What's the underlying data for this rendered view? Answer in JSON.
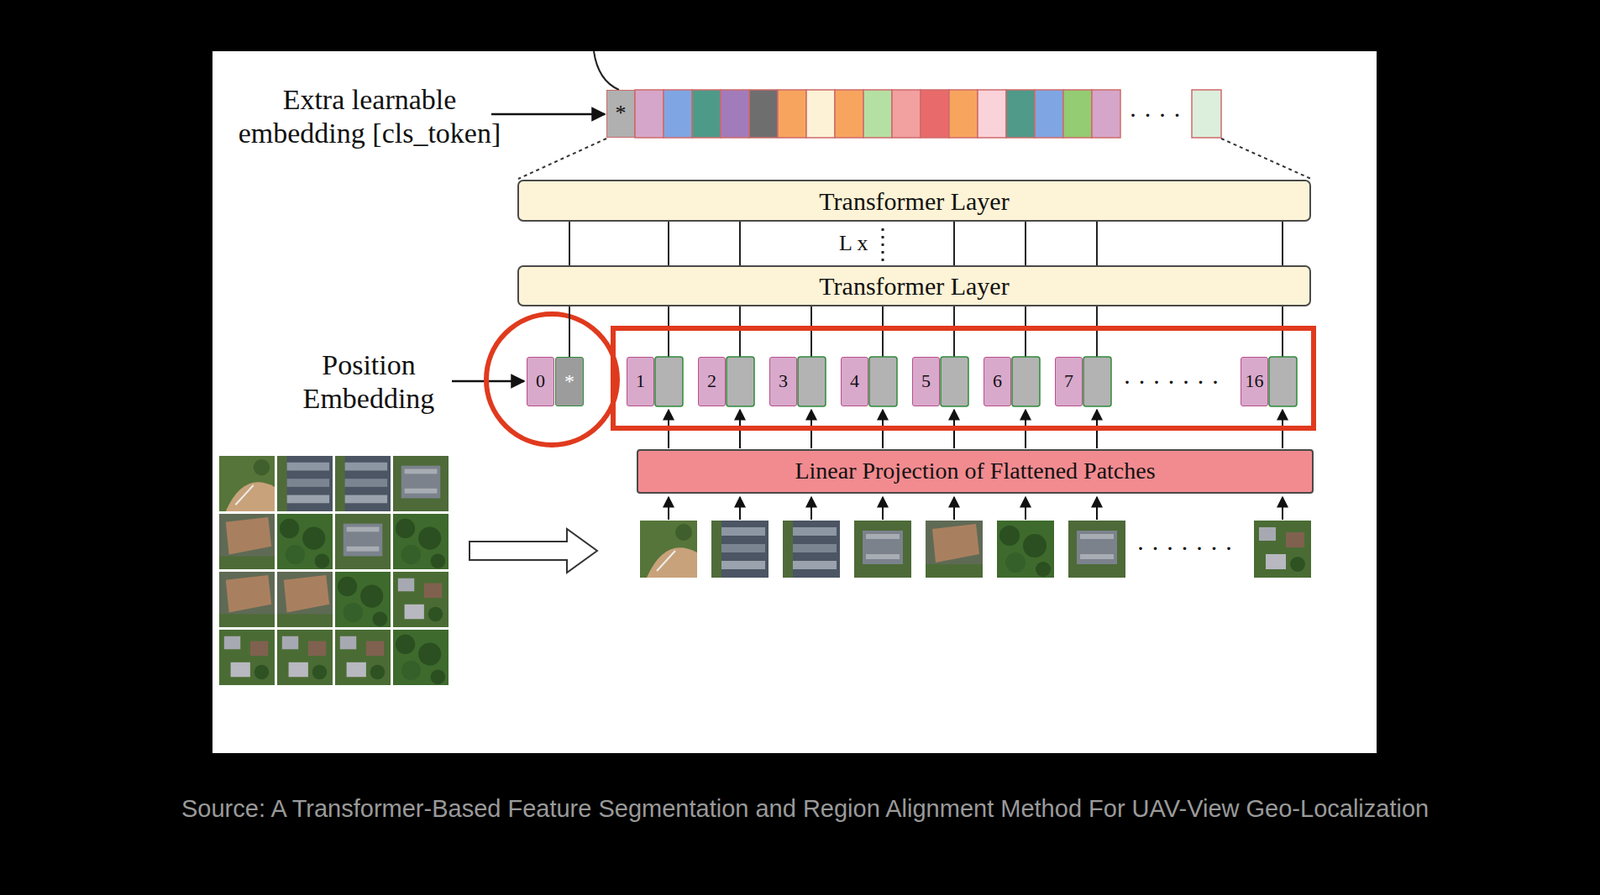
{
  "diagram": {
    "caption": "Source: A Transformer-Based Feature Segmentation and Region Alignment Method For UAV-View Geo-Localization",
    "nodes": [
      {
        "text": [
          "*"
        ]
      },
      {
        "text": [
          "Transformer Layer"
        ]
      },
      {
        "text": [
          "Transformer Layer"
        ]
      },
      {
        "text": [
          "0"
        ]
      },
      {
        "text": [
          "*"
        ]
      },
      {
        "text": [
          "1"
        ]
      },
      {
        "text": [
          "2"
        ]
      },
      {
        "text": [
          "3"
        ]
      },
      {
        "text": [
          "4"
        ]
      },
      {
        "text": [
          "5"
        ]
      },
      {
        "text": [
          "6"
        ]
      },
      {
        "text": [
          "7"
        ]
      },
      {
        "text": [
          "16"
        ]
      },
      {
        "text": [
          "Linear Projection of Flattened Patches"
        ]
      }
    ],
    "edges": [
      {
        "from": 2,
        "to": 1,
        "arrow": "none"
      },
      {
        "from": 2,
        "to": 1,
        "arrow": "none"
      },
      {
        "from": 2,
        "to": 1,
        "arrow": "none"
      },
      {
        "from": 2,
        "to": 1,
        "arrow": "none"
      },
      {
        "from": 2,
        "to": 1,
        "arrow": "none"
      },
      {
        "from": 2,
        "to": 1,
        "arrow": "none"
      },
      {
        "from": 2,
        "to": 1,
        "arrow": "none"
      },
      {
        "from": 4,
        "to": 2,
        "arrow": "none"
      }
    ],
    "labels": [
      "Extra learnable embedding [cls_token]",
      "· · · ·",
      "L x",
      "Position Embedding",
      "· · · · · · ·",
      "· · · · · · ·"
    ]
  }
}
